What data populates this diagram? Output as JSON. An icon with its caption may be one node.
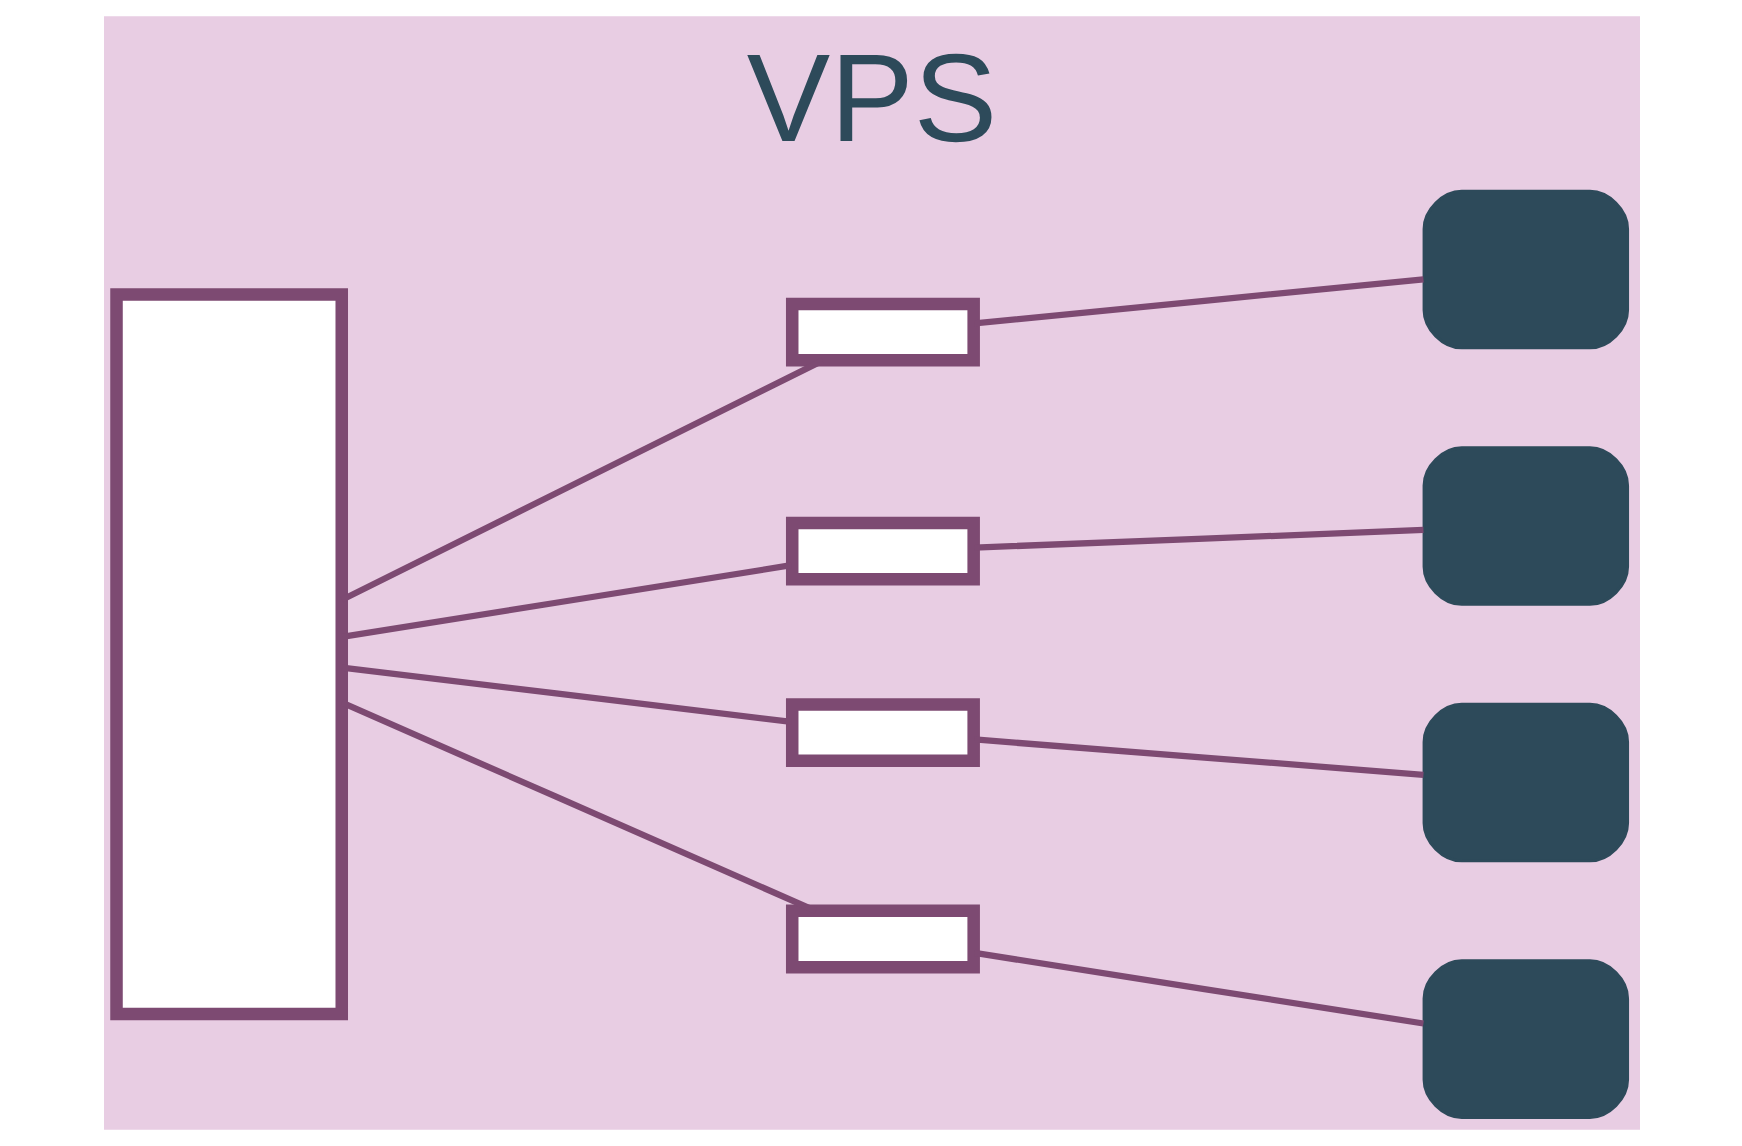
{
  "diagram": {
    "title": "VPS",
    "nodes": [
      {
        "text": [],
        "shape": "server"
      },
      {
        "text": [],
        "shape": "server"
      },
      {
        "text": [],
        "shape": "server"
      },
      {
        "text": [],
        "shape": "server"
      },
      {
        "text": [],
        "shape": "server"
      },
      {
        "text": [],
        "shape": "monitor"
      },
      {
        "text": [],
        "shape": "monitor"
      },
      {
        "text": [],
        "shape": "monitor"
      },
      {
        "text": [],
        "shape": "monitor"
      }
    ],
    "edges": [
      {
        "from": 0,
        "to": 1,
        "arrow": "none"
      },
      {
        "from": 0,
        "to": 2,
        "arrow": "none"
      },
      {
        "from": 0,
        "to": 3,
        "arrow": "none"
      },
      {
        "from": 0,
        "to": 4,
        "arrow": "none"
      },
      {
        "from": 1,
        "to": 5,
        "arrow": "none"
      },
      {
        "from": 2,
        "to": 6,
        "arrow": "none"
      },
      {
        "from": 3,
        "to": 7,
        "arrow": "none"
      },
      {
        "from": 4,
        "to": 8,
        "arrow": "none"
      }
    ]
  }
}
